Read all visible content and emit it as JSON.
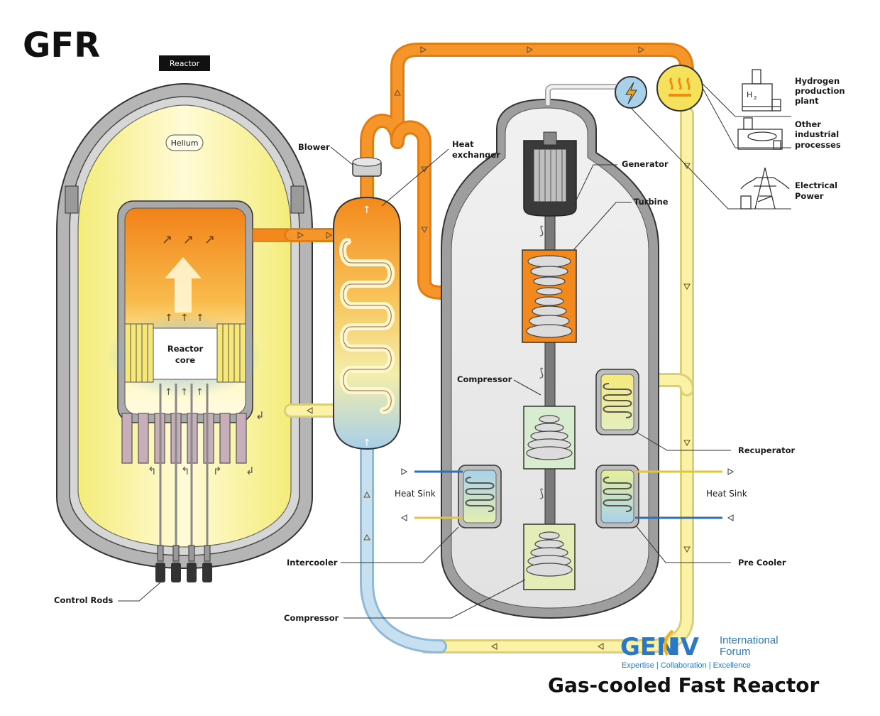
{
  "title": "GFR",
  "subtitle": "Gas-cooled Fast Reactor",
  "logo": {
    "gen": "GEN",
    "iv": "IV",
    "org_line1": "International",
    "org_line2": "Forum",
    "tagline": "Expertise | Collaboration | Excellence"
  },
  "tag": "Reactor",
  "labels": {
    "helium": "Helium",
    "core_line1": "Reactor",
    "core_line2": "core",
    "blower": "Blower",
    "heat_exchanger_line1": "Heat",
    "heat_exchanger_line2": "exchanger",
    "generator": "Generator",
    "turbine": "Turbine",
    "compressor_upper": "Compressor",
    "recuperator": "Recuperator",
    "heat_sink_left": "Heat Sink",
    "heat_sink_right": "Heat Sink",
    "intercooler": "Intercooler",
    "pre_cooler": "Pre Cooler",
    "compressor_lower": "Compressor",
    "control_rods": "Control Rods",
    "hydrogen_line1": "Hydrogen",
    "hydrogen_line2": "production",
    "hydrogen_line3": "plant",
    "other_line1": "Other",
    "other_line2": "industrial",
    "other_line3": "processes",
    "electrical_line1": "Electrical",
    "electrical_line2": "Power",
    "h2": "H"
  },
  "colors": {
    "hot": "#f28a1e",
    "warm": "#fbe97a",
    "cold": "#a9cfe8",
    "brand_blue": "#2a78c8",
    "brand_yellow": "#f2b21a"
  },
  "icons": [
    "lightning-icon",
    "heat-icon",
    "hydrogen-plant-icon",
    "factory-icon",
    "power-tower-icon"
  ]
}
